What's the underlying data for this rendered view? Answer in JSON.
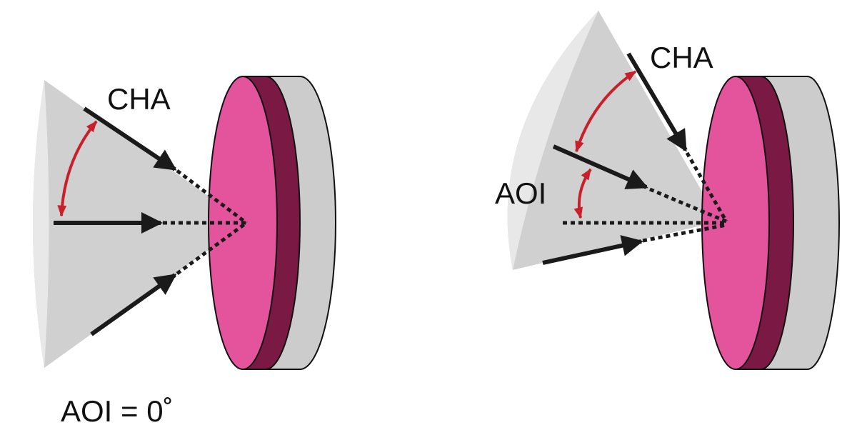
{
  "left_figure": {
    "cha_label": "CHA",
    "aoi_label": "AOI = 0˚"
  },
  "right_figure": {
    "cha_label": "CHA",
    "aoi_label": "AOI"
  },
  "colors": {
    "cone_side": "#d0d0d0",
    "cone_base": "#e8e8e8",
    "disk_face": "#e4549c",
    "disk_rim": "#7a1a44",
    "disk_side": "#cccccc",
    "angle_arc": "#c8202a",
    "ray": "#1a1a1a"
  }
}
